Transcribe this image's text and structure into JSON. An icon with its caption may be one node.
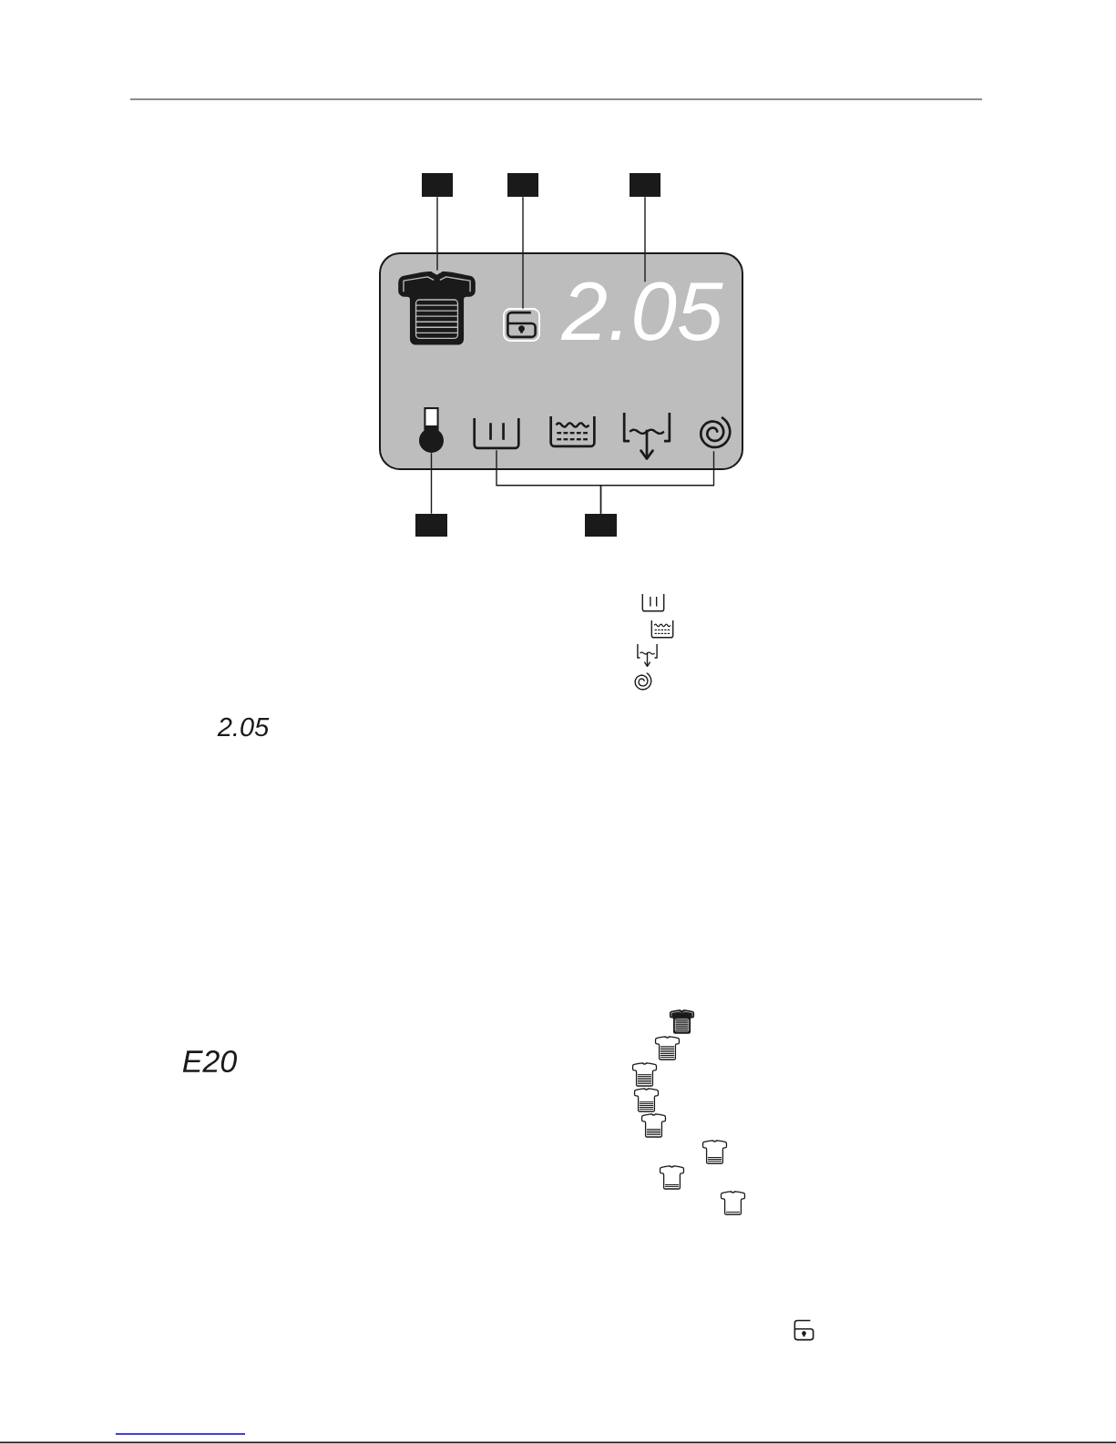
{
  "diagram": {
    "nodes": [
      {
        "text": [],
        "shape": "box"
      },
      {
        "text": [],
        "shape": "box"
      },
      {
        "text": [],
        "shape": "box"
      },
      {
        "text": [],
        "shape": "box"
      },
      {
        "text": [],
        "shape": "picture",
        "in": 3
      },
      {
        "text": [],
        "shape": "picture",
        "in": 3
      },
      {
        "text": [
          "2.05"
        ],
        "in": 3
      },
      {
        "text": [],
        "shape": "thermometer",
        "in": 3
      },
      {
        "text": [],
        "shape": "picture",
        "in": 3
      },
      {
        "text": [],
        "shape": "picture",
        "in": 3
      },
      {
        "text": [],
        "shape": "picture",
        "in": 3
      },
      {
        "text": [],
        "shape": "picture",
        "in": 3
      },
      {
        "text": [],
        "shape": "box"
      },
      {
        "text": [],
        "shape": "box"
      }
    ],
    "edges": [
      {
        "from": 0,
        "to": 4,
        "arrow": "none"
      },
      {
        "from": 1,
        "to": 5,
        "arrow": "none"
      },
      {
        "from": 2,
        "to": 6,
        "arrow": "none"
      },
      {
        "from": 12,
        "to": 7,
        "arrow": "none"
      },
      {
        "from": 13,
        "to": 8,
        "arrow": "none"
      },
      {
        "from": 13,
        "to": 11,
        "arrow": "none"
      }
    ],
    "labels": [
      "2.05",
      "E20"
    ]
  }
}
